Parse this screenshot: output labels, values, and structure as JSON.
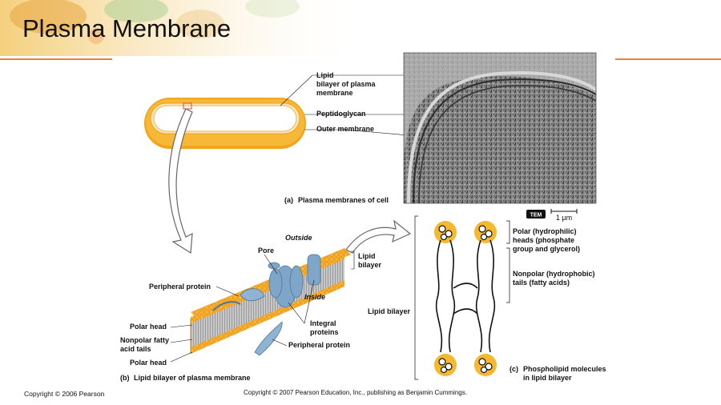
{
  "slide": {
    "title": "Plasma Membrane",
    "copyright_left": "Copyright © 2006 Pearson",
    "copyright_center": "Copyright © 2007 Pearson Education, Inc., publishing as Benjamin Cummings."
  },
  "panel_a": {
    "caption_letter": "(a)",
    "caption": "Plasma membranes of cell",
    "labels": {
      "lipid_bilayer_line1": "Lipid",
      "lipid_bilayer_line2": "bilayer of plasma",
      "lipid_bilayer_line3": "membrane",
      "peptidoglycan": "Peptidoglycan",
      "outer_membrane": "Outer membrane"
    },
    "tem_badge": "TEM",
    "scale_bar": "1 µm"
  },
  "panel_b": {
    "caption_letter": "(b)",
    "caption": "Lipid bilayer of plasma membrane",
    "labels": {
      "outside": "Outside",
      "inside": "Inside",
      "pore": "Pore",
      "lipid_bilayer_line1": "Lipid",
      "lipid_bilayer_line2": "bilayer",
      "peripheral_protein_top": "Peripheral protein",
      "polar_head_top": "Polar head",
      "nonpolar_line1": "Nonpolar fatty",
      "nonpolar_line2": "acid tails",
      "polar_head_bottom": "Polar head",
      "integral_line1": "Integral",
      "integral_line2": "proteins",
      "peripheral_protein_bottom": "Peripheral protein"
    }
  },
  "panel_c": {
    "caption_letter": "(c)",
    "caption_line1": "Phospholipid molecules",
    "caption_line2": "in lipid bilayer",
    "labels": {
      "polar_line1": "Polar (hydrophilic)",
      "polar_line2": "heads (phosphate",
      "polar_line3": "group and glycerol)",
      "nonpolar_line1": "Nonpolar (hydrophobic)",
      "nonpolar_line2": "tails (fatty acids)",
      "lipid_bilayer": "Lipid bilayer"
    }
  },
  "colors": {
    "accent_rule": "#e8823a",
    "head_yellow": "#f5b82e",
    "protein_blue": "#7fa6c8",
    "cell_orange": "#f4a21f"
  }
}
